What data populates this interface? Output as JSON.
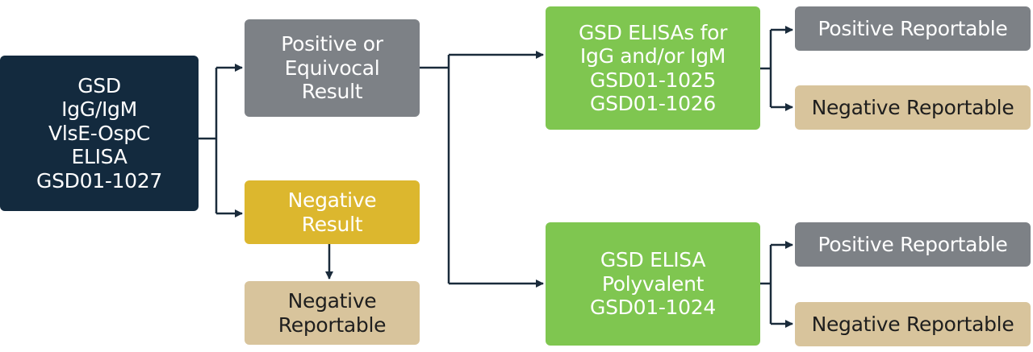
{
  "colors": {
    "navy": "#132a3e",
    "gray": "#7d8186",
    "yellow": "#dcb72e",
    "tan": "#d8c49c",
    "green": "#7fc650",
    "connector": "#1a2b3b"
  },
  "nodes": {
    "start": {
      "lines": [
        "GSD",
        "IgG/IgM",
        "VlsE-OspC",
        "ELISA",
        "GSD01-1027"
      ]
    },
    "positive_or_equivocal": {
      "lines": [
        "Positive or",
        "Equivocal",
        "Result"
      ]
    },
    "negative_result": {
      "lines": [
        "Negative",
        "Result"
      ]
    },
    "negative_reportable_left": {
      "lines": [
        "Negative",
        "Reportable"
      ]
    },
    "elisas_igg_igm": {
      "lines": [
        "GSD ELISAs for",
        "IgG and/or IgM",
        "GSD01-1025",
        "GSD01-1026"
      ]
    },
    "elisa_polyvalent": {
      "lines": [
        "GSD ELISA",
        "Polyvalent",
        "GSD01-1024"
      ]
    },
    "positive_reportable_top": {
      "label": "Positive Reportable"
    },
    "negative_reportable_top": {
      "label": "Negative Reportable"
    },
    "positive_reportable_bottom": {
      "label": "Positive Reportable"
    },
    "negative_reportable_bottom": {
      "label": "Negative Reportable"
    }
  }
}
